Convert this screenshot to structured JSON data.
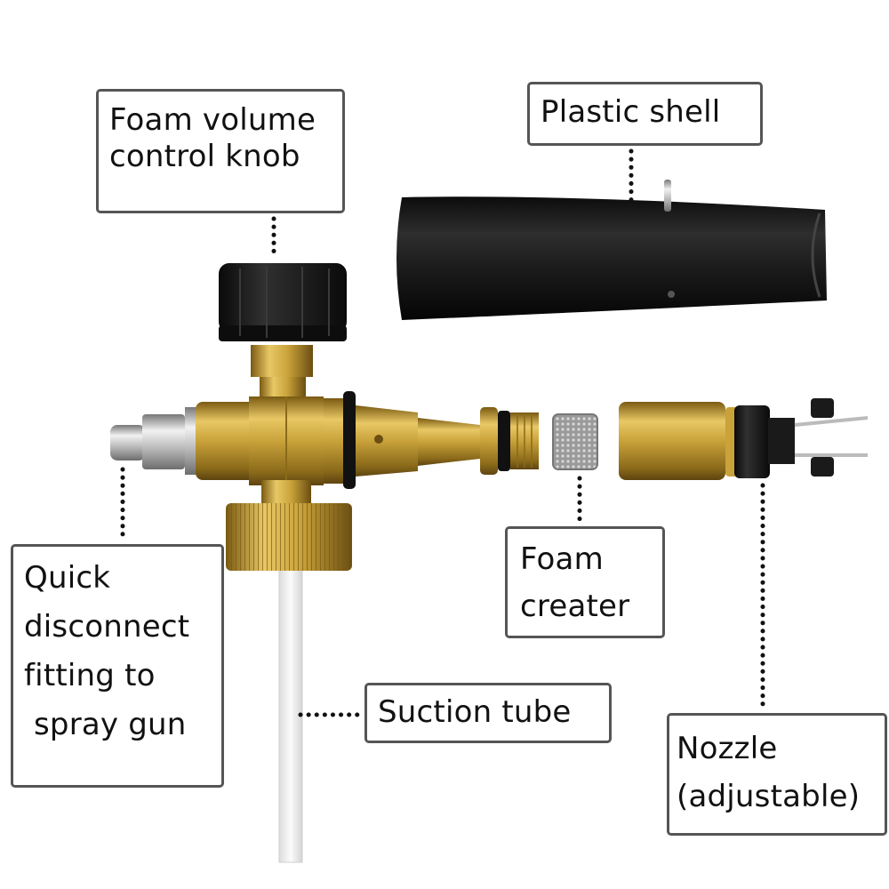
{
  "labels": {
    "knob": [
      "Foam volume",
      "control knob"
    ],
    "shell": [
      "Plastic shell"
    ],
    "quick": [
      "Quick",
      "disconnect",
      "fitting to",
      " spray gun"
    ],
    "foam": [
      "Foam",
      "creater"
    ],
    "tube": [
      "Suction tube"
    ],
    "nozzle": [
      "Nozzle",
      "(adjustable)"
    ]
  },
  "colors": {
    "brass": "#c9a23a",
    "rubber": "#1c1c1c",
    "steel": "#bfbfbf",
    "border": "#555555"
  }
}
